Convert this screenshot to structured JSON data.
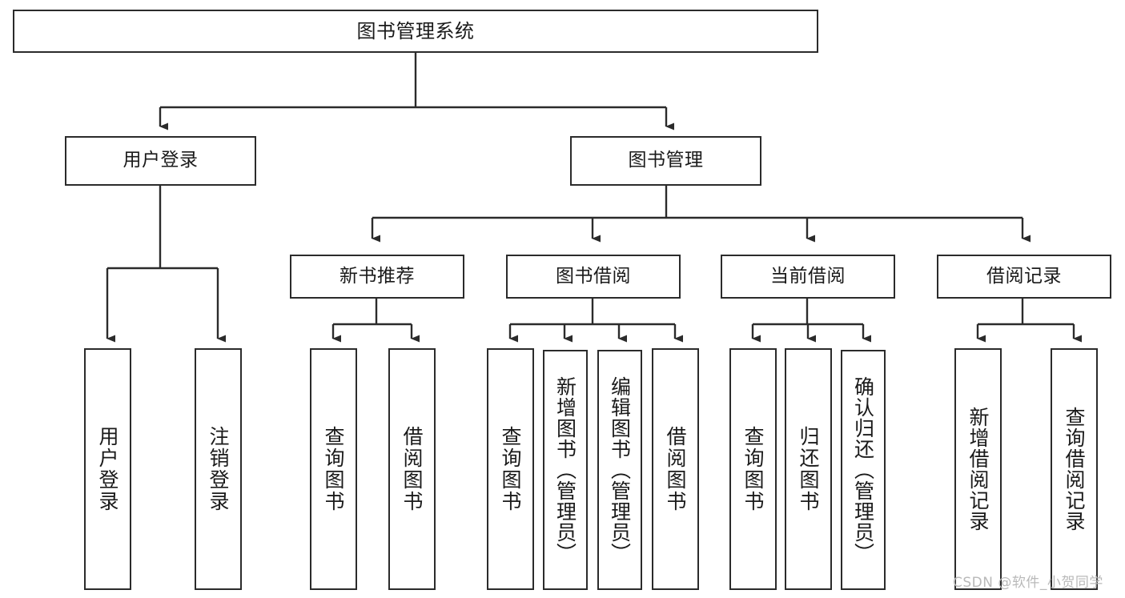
{
  "diagram": {
    "title": "图书管理系统",
    "type": "tree",
    "line_color": "#2b2b2b",
    "box_fill": "#ffffff",
    "text_color": "#1a1a1a",
    "watermark": "CSDN @软件_小贺同学",
    "levels": {
      "root": {
        "label": "图书管理系统"
      },
      "level2": [
        {
          "label": "用户登录"
        },
        {
          "label": "图书管理"
        }
      ],
      "level3": [
        {
          "label": "新书推荐"
        },
        {
          "label": "图书借阅"
        },
        {
          "label": "当前借阅"
        },
        {
          "label": "借阅记录"
        }
      ],
      "level4": {
        "user_login": [
          {
            "label": "用户登录"
          },
          {
            "label": "注销登录"
          }
        ],
        "new_book_recommend": [
          {
            "label": "查询图书"
          },
          {
            "label": "借阅图书"
          }
        ],
        "book_borrow": [
          {
            "label": "查询图书"
          },
          {
            "label": "新增图书（管理员）"
          },
          {
            "label": "编辑图书（管理员）"
          },
          {
            "label": "借阅图书"
          }
        ],
        "current_borrow": [
          {
            "label": "查询图书"
          },
          {
            "label": "归还图书"
          },
          {
            "label": "确认归还（管理员）"
          }
        ],
        "borrow_record": [
          {
            "label": "新增借阅记录"
          },
          {
            "label": "查询借阅记录"
          }
        ]
      }
    }
  }
}
